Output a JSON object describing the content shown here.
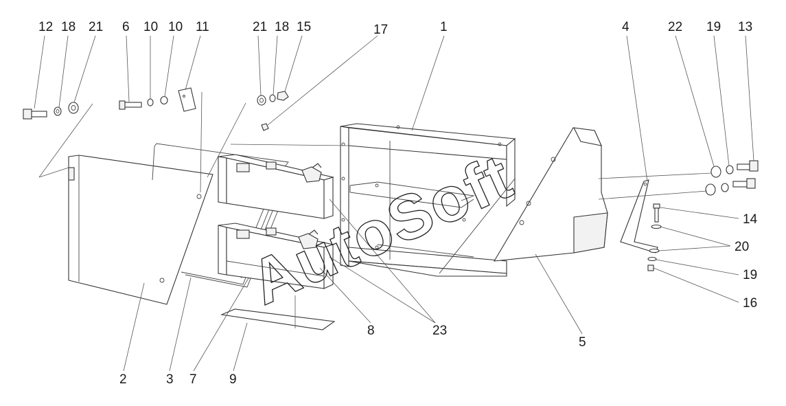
{
  "watermark": "AutoSoft",
  "callouts": {
    "n12": "12",
    "n18a": "18",
    "n21a": "21",
    "n6": "6",
    "n10a": "10",
    "n10b": "10",
    "n11": "11",
    "n21b": "21",
    "n18b": "18",
    "n15": "15",
    "n17": "17",
    "n1": "1",
    "n4": "4",
    "n22": "22",
    "n19a": "19",
    "n13": "13",
    "n14": "14",
    "n20": "20",
    "n19b": "19",
    "n16": "16",
    "n2": "2",
    "n3": "3",
    "n7": "7",
    "n9": "9",
    "n8": "8",
    "n23": "23",
    "n5": "5"
  }
}
